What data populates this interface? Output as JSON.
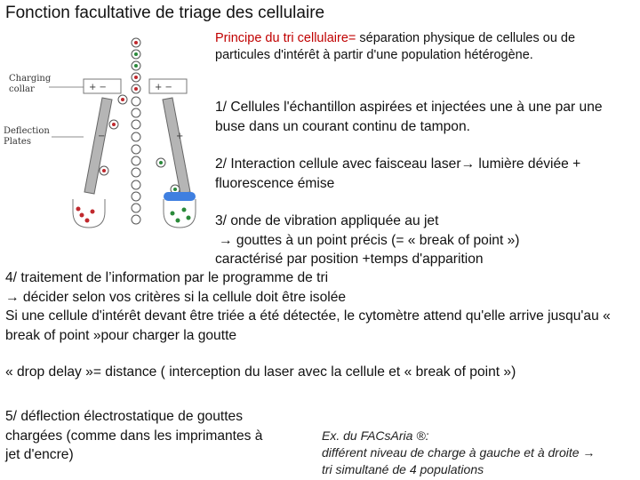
{
  "title": "Fonction facultative de triage des cellulaire",
  "principle": {
    "lead": "Principe du tri cellulaire=",
    "text": " séparation physique de cellules ou de particules d'intérêt à partir d'une population hétérogène."
  },
  "steps": {
    "s1": "1/ Cellules l'échantillon aspirées et injectées une à une par une buse dans un courant continu de tampon.",
    "s2": "2/ Interaction cellule avec faisceau laser→ lumière déviée + fluorescence émise",
    "s3_line1": "3/ onde de vibration appliquée au jet",
    "s3_line2": "→ gouttes à un point précis (= « break of point »)",
    "s3_line3": "caractérisé par position +temps d'apparition",
    "s4_line1": "4/ traitement de l’information par le programme de tri",
    "s4_line2": "→ décider selon vos critères si la cellule doit être isolée",
    "s4_line3": "Si une cellule d'intérêt devant être triée a été détectée, le cytomètre attend qu'elle arrive jusqu'au « break of point »pour charger la goutte",
    "drop_delay": "« drop delay »= distance ( interception du laser avec la cellule et « break of point »)",
    "s5": "5/ déflection électrostatique de gouttes chargées (comme dans les imprimantes à jet d'encre)"
  },
  "example": {
    "line1": "Ex. du FACsAria ®:",
    "line2": "différent niveau de charge à gauche et à droite →",
    "line3": "tri simultané de 4 populations"
  },
  "diagram": {
    "charging_label_1": "Charging",
    "charging_label_2": "collar",
    "deflection_label_1": "Deflection",
    "deflection_label_2": "Plates",
    "plate_left_signs": "+  −",
    "plate_right_signs": "+  −",
    "plate_minus": "−",
    "plate_plus": "+",
    "colors": {
      "red_cell": "#c0282d",
      "green_cell": "#2a8a3a",
      "sorted_blue": "#3f7fe0",
      "plate_gray": "#9a9a9a"
    }
  }
}
